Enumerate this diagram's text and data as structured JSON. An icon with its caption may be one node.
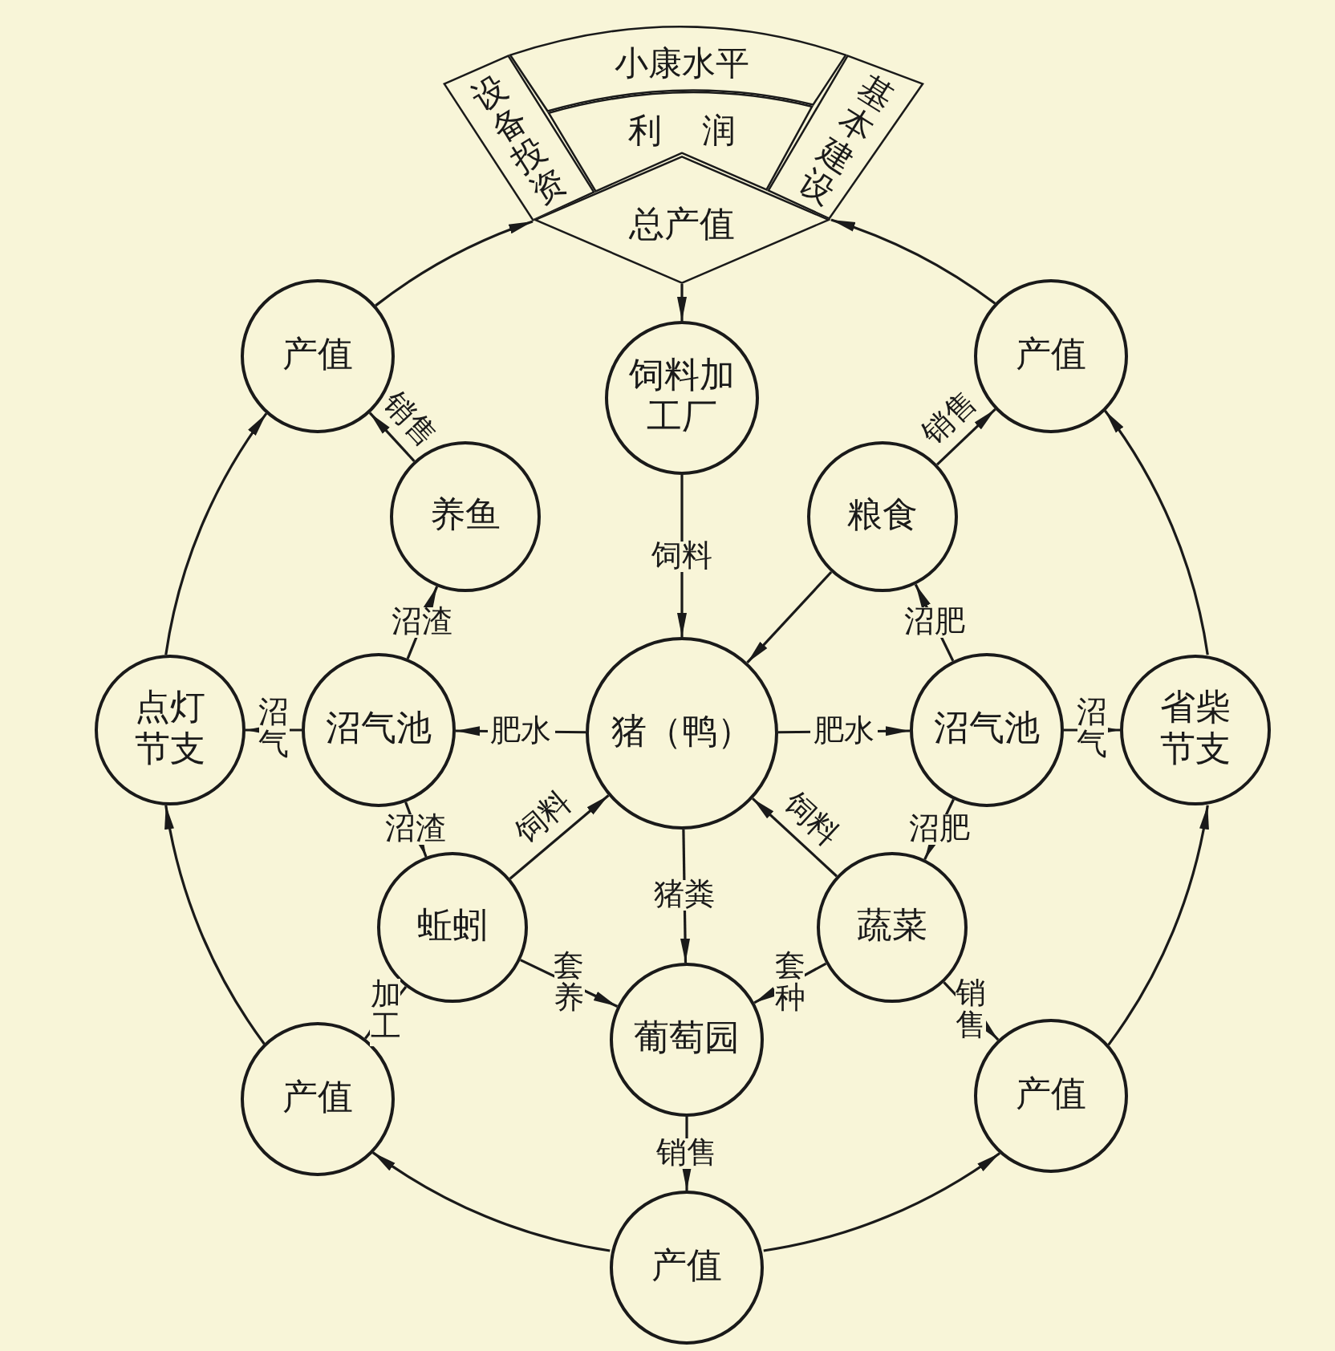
{
  "diagram": {
    "nodes": [
      {
        "text": [
          "小康水平"
        ]
      },
      {
        "text": [
          "利润"
        ]
      },
      {
        "text": [
          "设备投资"
        ]
      },
      {
        "text": [
          "基本建设"
        ]
      },
      {
        "text": [
          "总产值"
        ]
      },
      {
        "text": [
          "产值"
        ]
      },
      {
        "text": [
          "饲料加工厂"
        ]
      },
      {
        "text": [
          "产值"
        ]
      },
      {
        "text": [
          "养鱼"
        ]
      },
      {
        "text": [
          "粮食"
        ]
      },
      {
        "text": [
          "点灯节支"
        ]
      },
      {
        "text": [
          "沼气池"
        ]
      },
      {
        "text": [
          "猪（鸭）"
        ]
      },
      {
        "text": [
          "沼气池"
        ]
      },
      {
        "text": [
          "省柴节支"
        ]
      },
      {
        "text": [
          "蚯蚓"
        ]
      },
      {
        "text": [
          "蔬菜"
        ]
      },
      {
        "text": [
          "葡萄园"
        ]
      },
      {
        "text": [
          "产值"
        ]
      },
      {
        "text": [
          "产值"
        ]
      },
      {
        "text": [
          "产值"
        ]
      }
    ],
    "edges": [
      {
        "from": 4,
        "to": 6,
        "arrow": "to"
      },
      {
        "from": 6,
        "to": 12,
        "arrow": "to",
        "label": "饲料"
      },
      {
        "from": 5,
        "to": 4,
        "arrow": "to"
      },
      {
        "from": 10,
        "to": 5,
        "arrow": "to"
      },
      {
        "from": 18,
        "to": 10,
        "arrow": "to"
      },
      {
        "from": 20,
        "to": 18,
        "arrow": "to"
      },
      {
        "from": 20,
        "to": 19,
        "arrow": "to"
      },
      {
        "from": 19,
        "to": 14,
        "arrow": "to"
      },
      {
        "from": 14,
        "to": 7,
        "arrow": "to"
      },
      {
        "from": 7,
        "to": 4,
        "arrow": "to"
      },
      {
        "from": 8,
        "to": 5,
        "arrow": "to",
        "label": "销售"
      },
      {
        "from": 9,
        "to": 7,
        "arrow": "to",
        "label": "销售"
      },
      {
        "from": 11,
        "to": 8,
        "arrow": "to",
        "label": "沼渣"
      },
      {
        "from": 11,
        "to": 10,
        "arrow": "to",
        "label": "沼气"
      },
      {
        "from": 12,
        "to": 11,
        "arrow": "to",
        "label": "肥水"
      },
      {
        "from": 11,
        "to": 15,
        "arrow": "to",
        "label": "沼渣"
      },
      {
        "from": 15,
        "to": 12,
        "arrow": "to",
        "label": "饲料"
      },
      {
        "from": 12,
        "to": 17,
        "arrow": "to",
        "label": "猪粪"
      },
      {
        "from": 15,
        "to": 17,
        "arrow": "to",
        "label": "套养"
      },
      {
        "from": 16,
        "to": 17,
        "arrow": "to",
        "label": "套种"
      },
      {
        "from": 16,
        "to": 12,
        "arrow": "to",
        "label": "饲料"
      },
      {
        "from": 9,
        "to": 12,
        "arrow": "to"
      },
      {
        "from": 12,
        "to": 13,
        "arrow": "to",
        "label": "肥水"
      },
      {
        "from": 13,
        "to": 9,
        "arrow": "to",
        "label": "沼肥"
      },
      {
        "from": 13,
        "to": 16,
        "arrow": "to",
        "label": "沼肥"
      },
      {
        "from": 13,
        "to": 14,
        "arrow": "to",
        "label": "沼气"
      },
      {
        "from": 16,
        "to": 19,
        "arrow": "to",
        "label": "销售"
      },
      {
        "from": 15,
        "to": 18,
        "arrow": "to",
        "label": "加工"
      },
      {
        "from": 17,
        "to": 20,
        "arrow": "to",
        "label": "销售"
      }
    ]
  }
}
